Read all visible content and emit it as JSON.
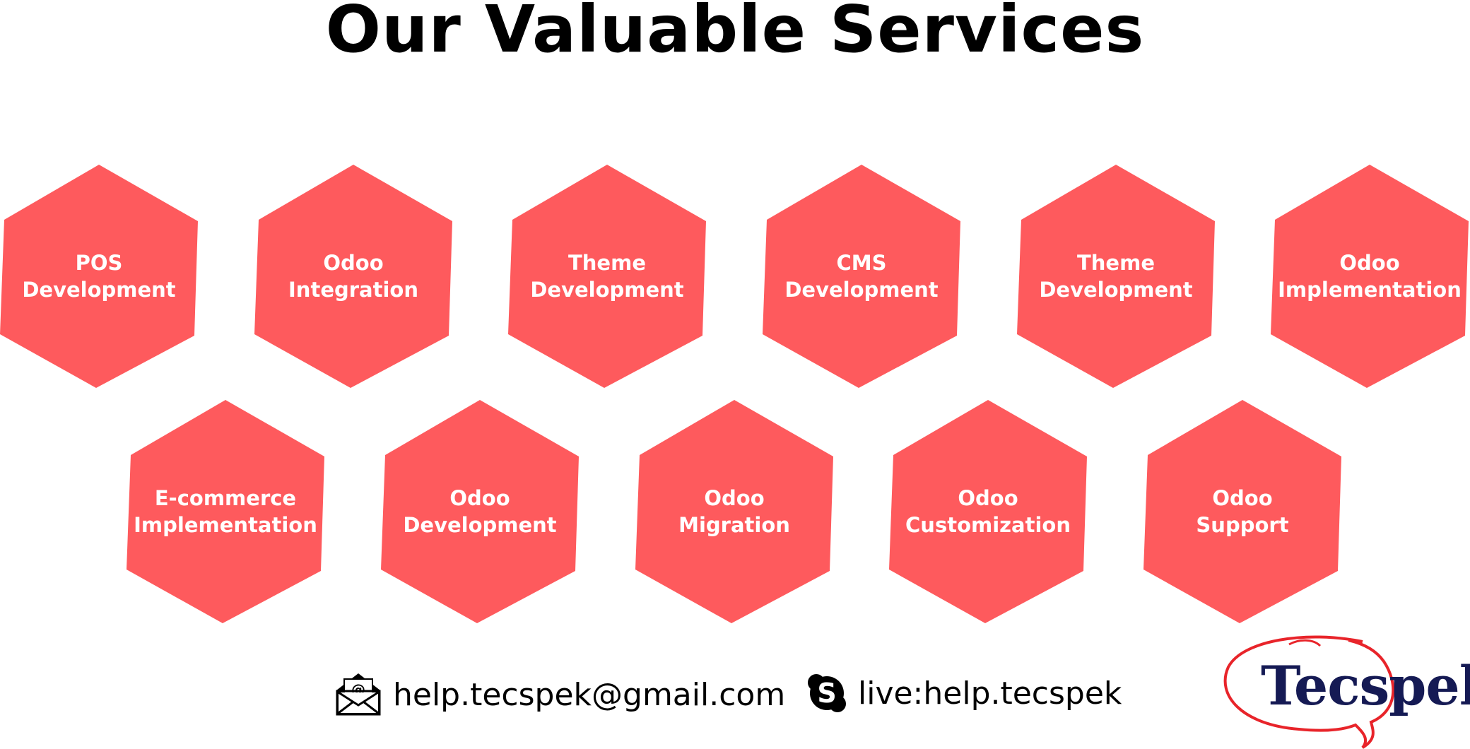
{
  "page": {
    "title": "Our Valuable Services"
  },
  "colors": {
    "hexagon_fill": "#fe5a5d",
    "label_text": "#ffffff",
    "logo_text": "#151a54",
    "logo_ring": "#e8242a"
  },
  "services": [
    {
      "line1": "POS",
      "line2": "Development"
    },
    {
      "line1": "Odoo",
      "line2": "Integration"
    },
    {
      "line1": "Theme",
      "line2": "Development"
    },
    {
      "line1": "CMS",
      "line2": "Development"
    },
    {
      "line1": "Theme",
      "line2": "Development"
    },
    {
      "line1": "Odoo",
      "line2": "Implementation"
    },
    {
      "line1": "E-commerce",
      "line2": "Implementation"
    },
    {
      "line1": "Odoo",
      "line2": "Development"
    },
    {
      "line1": "Odoo",
      "line2": "Migration"
    },
    {
      "line1": "Odoo",
      "line2": "Customization"
    },
    {
      "line1": "Odoo",
      "line2": "Support"
    }
  ],
  "contact": {
    "email": {
      "icon": "email-icon",
      "text": "help.tecspek@gmail.com"
    },
    "skype": {
      "icon": "skype-icon",
      "text": "live:help.tecspek"
    }
  },
  "logo": {
    "text": "Tecspek"
  }
}
